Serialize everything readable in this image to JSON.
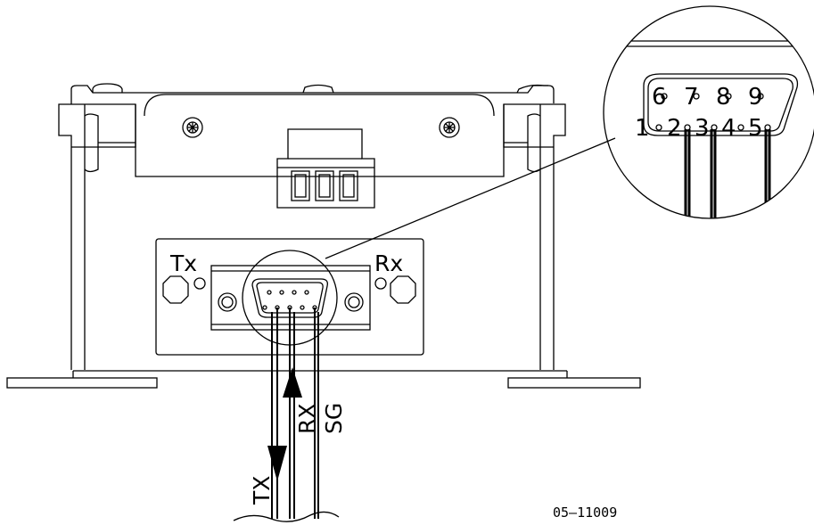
{
  "labels": {
    "tx_led": "Tx",
    "rx_led": "Rx",
    "wire_tx": "TX",
    "wire_rx": "RX",
    "wire_sg": "SG",
    "drawing_number": "05–11009"
  },
  "connector": {
    "pins_top": [
      "6",
      "7",
      "8",
      "9"
    ],
    "pins_bottom": [
      "1",
      "2",
      "3",
      "4",
      "5"
    ]
  }
}
